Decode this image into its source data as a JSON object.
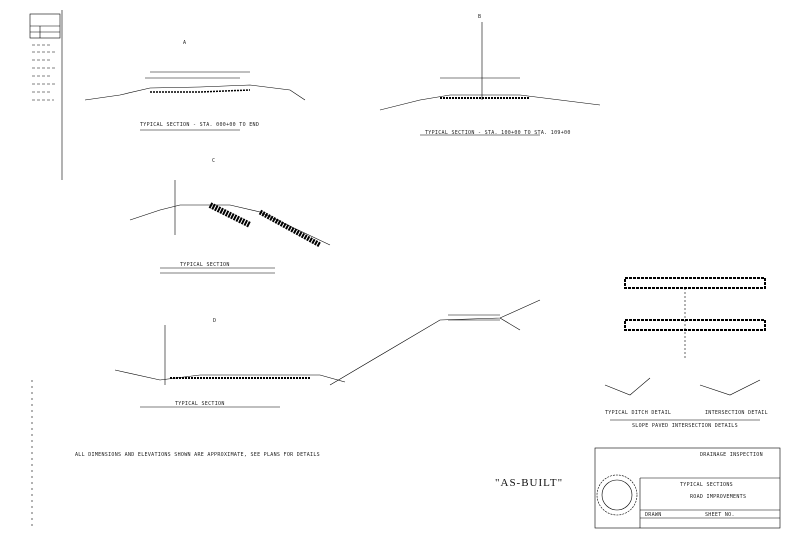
{
  "sections": [
    {
      "title": "TYPICAL SECTION - STA. 000+00 TO END",
      "label": "A"
    },
    {
      "title": "TYPICAL SECTION - STA. 100+00 TO STA. 109+00",
      "label": "B"
    },
    {
      "title": "TYPICAL SECTION",
      "label": "C"
    },
    {
      "title": "TYPICAL SECTION",
      "label": "D"
    }
  ],
  "detail_title": "SLOPE PAVED INTERSECTION DETAILS",
  "detail_left": "TYPICAL DITCH DETAIL",
  "detail_right": "INTERSECTION DETAIL",
  "general_note": "ALL DIMENSIONS AND ELEVATIONS SHOWN ARE APPROXIMATE, SEE PLANS FOR DETAILS",
  "stamp_text": "AS-BUILT",
  "title_block": {
    "agency": "DRAINAGE INSPECTION",
    "sheet_title": "TYPICAL SECTIONS",
    "project": "ROAD IMPROVEMENTS",
    "drawn": "DRAWN",
    "sheet": "SHEET NO."
  }
}
